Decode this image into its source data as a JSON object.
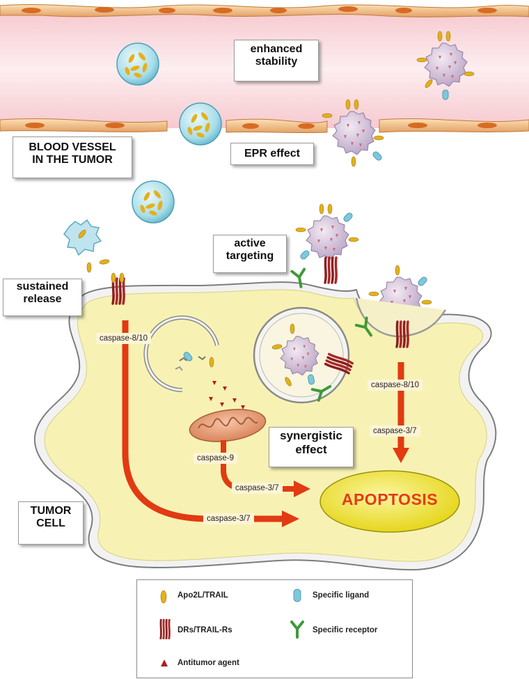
{
  "blood_vessel": {
    "label_line1": "BLOOD VESSEL",
    "label_line2": "IN THE TUMOR",
    "enhanced_line1": "enhanced",
    "enhanced_line2": "stability",
    "epr": "EPR effect"
  },
  "labels": {
    "active_line1": "active",
    "active_line2": "targeting",
    "sustained_line1": "sustained",
    "sustained_line2": "release",
    "synergistic_line1": "synergistic",
    "synergistic_line2": "effect",
    "tumor_line1": "TUMOR",
    "tumor_line2": "CELL",
    "apoptosis": "APOPTOSIS"
  },
  "caspases": {
    "left_8_10": "caspase-8/10",
    "right_8_10": "caspase-8/10",
    "right_3_7": "caspase-3/7",
    "c9": "caspase-9",
    "mid_3_7": "caspase-3/7",
    "bottom_3_7": "caspase-3/7"
  },
  "legend": {
    "trail": "Apo2L/TRAIL",
    "drs": "DRs/TRAIL-Rs",
    "antitumor": "Antitumor agent",
    "ligand": "Specific ligand",
    "receptor": "Specific receptor"
  },
  "colors": {
    "vessel": "#fbe3e6",
    "cell": "#f7f2b4",
    "arrow": "#e23a12",
    "apoptosis_fill": "#f2ea3a",
    "trail": "#e3b11a",
    "receptor_dr": "#8e1f1f",
    "ligand": "#7ec8dc",
    "specific_receptor": "#3f9a3a",
    "antitumor": "#b01e1e"
  }
}
